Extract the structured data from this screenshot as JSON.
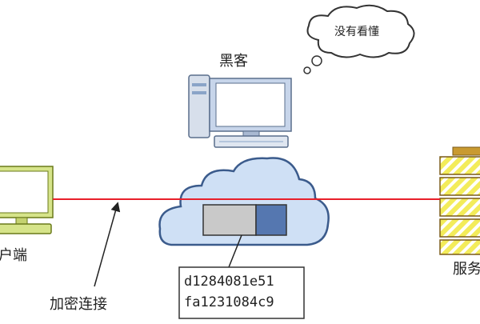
{
  "labels": {
    "hacker": "黑客",
    "thought": "没有看懂",
    "client": "户端",
    "server": "服务",
    "encrypted": "加密连接"
  },
  "cipher": {
    "line1": "d1284081e51",
    "line2": "fa1231084c9"
  },
  "colors": {
    "connection_line": "#e8202a",
    "cloud_fill": "#cfe0f5",
    "cloud_stroke": "#3b5b8c",
    "packet_data": "#c9c9c9",
    "packet_key": "#5577b0",
    "monitor_frame": "#8aa4c8",
    "monitor_screen": "#ffffff",
    "client_fill": "#d6e48a",
    "client_stroke": "#6a7a1a",
    "server_stripe_yellow": "#f3ec5a",
    "server_stripe_white": "#ffffff"
  }
}
